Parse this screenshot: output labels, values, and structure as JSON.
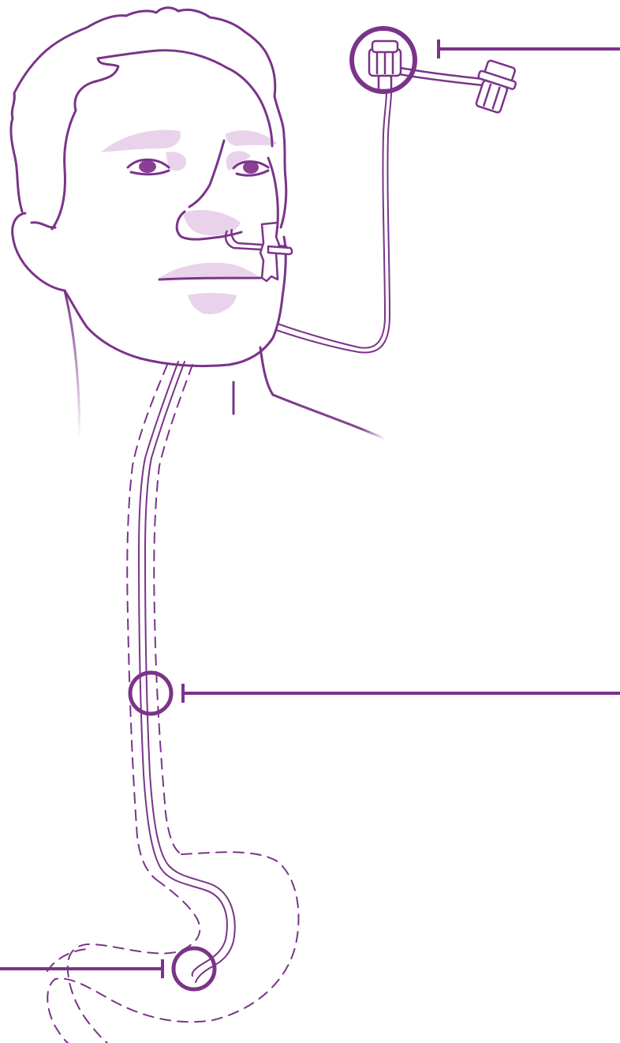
{
  "colors": {
    "line": "#7a3489",
    "callout": "#7a3489",
    "shade": "#e9d3ea",
    "iris": "#8a3f96",
    "background": "#ffffff"
  },
  "diagram": {
    "subject": "nasogastric-tube-illustration",
    "callouts": [
      {
        "id": "connector",
        "icon": "connector-circle-icon"
      },
      {
        "id": "esophagus",
        "icon": "tube-circle-icon"
      },
      {
        "id": "stomach-tip",
        "icon": "tip-circle-icon"
      }
    ]
  }
}
